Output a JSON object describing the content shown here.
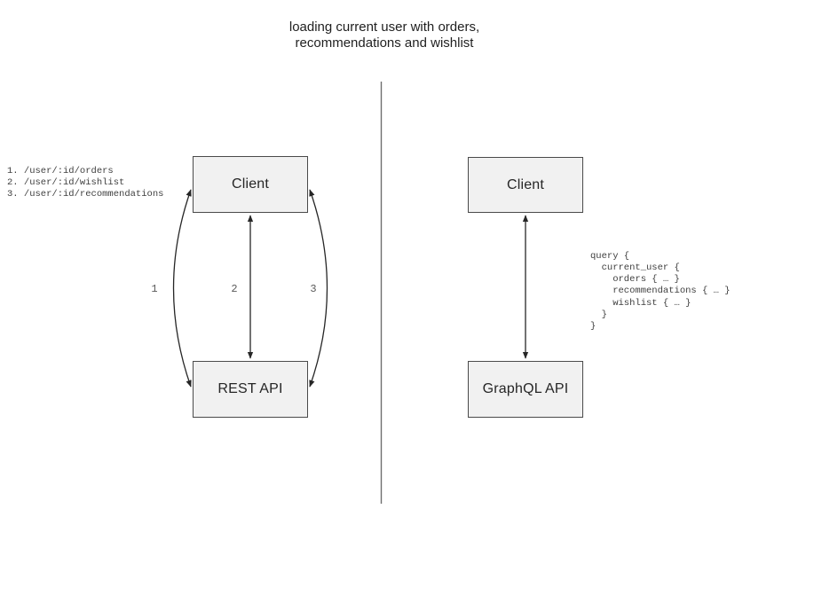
{
  "title": "loading current user with orders,\nrecommendations and wishlist",
  "rest_side": {
    "endpoints": "1. /user/:id/orders\n2. /user/:id/wishlist\n3. /user/:id/recommendations",
    "client_label": "Client",
    "api_label": "REST API",
    "arrow_labels": [
      "1",
      "2",
      "3"
    ]
  },
  "graphql_side": {
    "client_label": "Client",
    "api_label": "GraphQL API",
    "query": "query {\n  current_user {\n    orders { … }\n    recommendations { … }\n    wishlist { … }\n  }\n}"
  },
  "colors": {
    "box_fill": "#f1f1f1",
    "box_border": "#4a4a4a",
    "arrow": "#262626",
    "divider": "#6e6e6e",
    "title_text": "#1f1f1f",
    "code_text": "#404040",
    "arrow_label_text": "#595959"
  }
}
